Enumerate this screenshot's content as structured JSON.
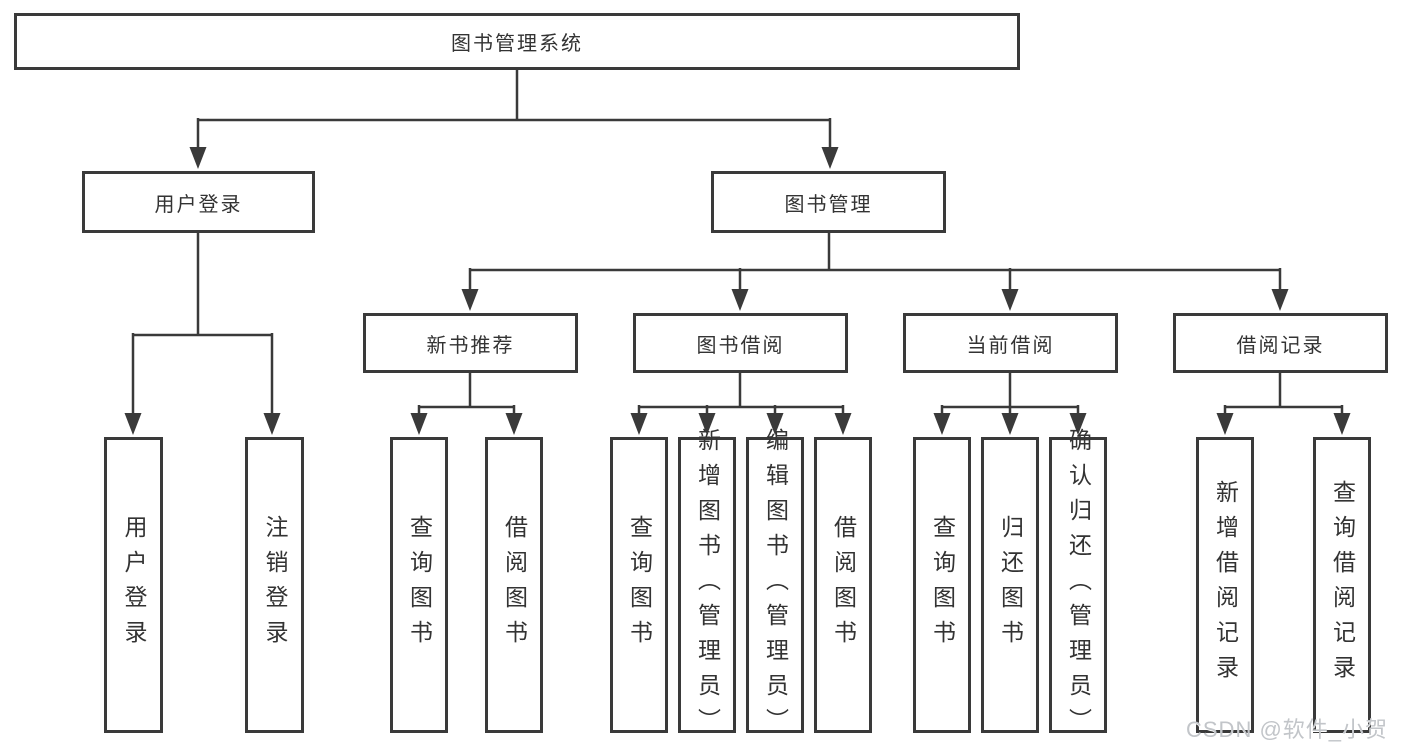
{
  "diagram": {
    "title": "图书管理系统",
    "tree": {
      "root": {
        "label": "图书管理系统",
        "children": [
          {
            "label": "用户登录",
            "children": [
              {
                "label": "用户登录"
              },
              {
                "label": "注销登录"
              }
            ]
          },
          {
            "label": "图书管理",
            "children": [
              {
                "label": "新书推荐",
                "children": [
                  {
                    "label": "查询图书"
                  },
                  {
                    "label": "借阅图书"
                  }
                ]
              },
              {
                "label": "图书借阅",
                "children": [
                  {
                    "label": "查询图书"
                  },
                  {
                    "label": "新增图书（管理员）"
                  },
                  {
                    "label": "编辑图书（管理员）"
                  },
                  {
                    "label": "借阅图书"
                  }
                ]
              },
              {
                "label": "当前借阅",
                "children": [
                  {
                    "label": "查询图书"
                  },
                  {
                    "label": "归还图书"
                  },
                  {
                    "label": "确认归还（管理员）"
                  }
                ]
              },
              {
                "label": "借阅记录",
                "children": [
                  {
                    "label": "新增借阅记录"
                  },
                  {
                    "label": "查询借阅记录"
                  }
                ]
              }
            ]
          }
        ]
      }
    },
    "watermark": {
      "text": "CSDN @软件_小贺同学"
    },
    "colors": {
      "line": "#3a3a3a",
      "box_border": "#3a3a3a",
      "text": "#333333",
      "watermark": "#c2c5c9",
      "background": "#ffffff"
    }
  }
}
